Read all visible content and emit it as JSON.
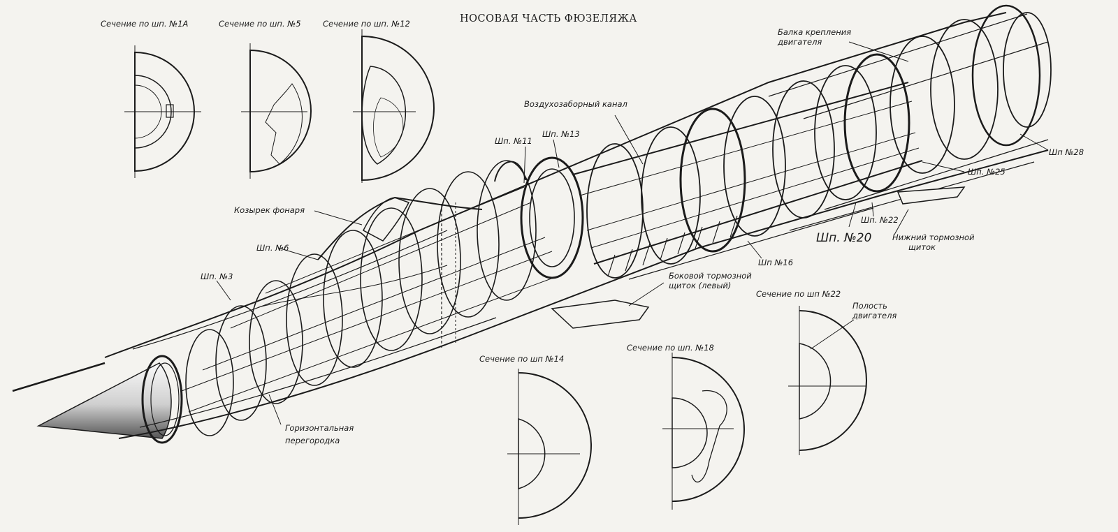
{
  "title": "НОСОВАЯ ЧАСТЬ ФЮЗЕЛЯЖА",
  "sections": {
    "s1a": "Сечение по шп. №1А",
    "s5": "Сечение по шп. №5",
    "s12": "Сечение по шп. №12",
    "s14": "Сечение по шп №14",
    "s18": "Сечение по шп. №18",
    "s22": "Сечение по шп №22"
  },
  "labels": {
    "engine_beam": [
      "Балка крепления",
      "двигателя"
    ],
    "intake_channel": "Воздухозаборный канал",
    "frame_11": "Шп. №11",
    "frame_13": "Шп. №13",
    "frame_28": "Шп №28",
    "frame_25": "Шп. №25",
    "frame_22": "Шп. №22",
    "frame_20": "Шп. №20",
    "frame_16": "Шп №16",
    "frame_6": "Шп. №6",
    "frame_3": "Шп. №3",
    "canopy_visor": "Козырек фонаря",
    "lower_brake": [
      "Нижний тормозной",
      "щиток"
    ],
    "side_brake": [
      "Боковой тормозной",
      "щиток (левый)"
    ],
    "engine_cavity": [
      "Полость",
      "двигателя"
    ],
    "horizontal_partition": [
      "Горизонтальная",
      "перегородка"
    ]
  }
}
